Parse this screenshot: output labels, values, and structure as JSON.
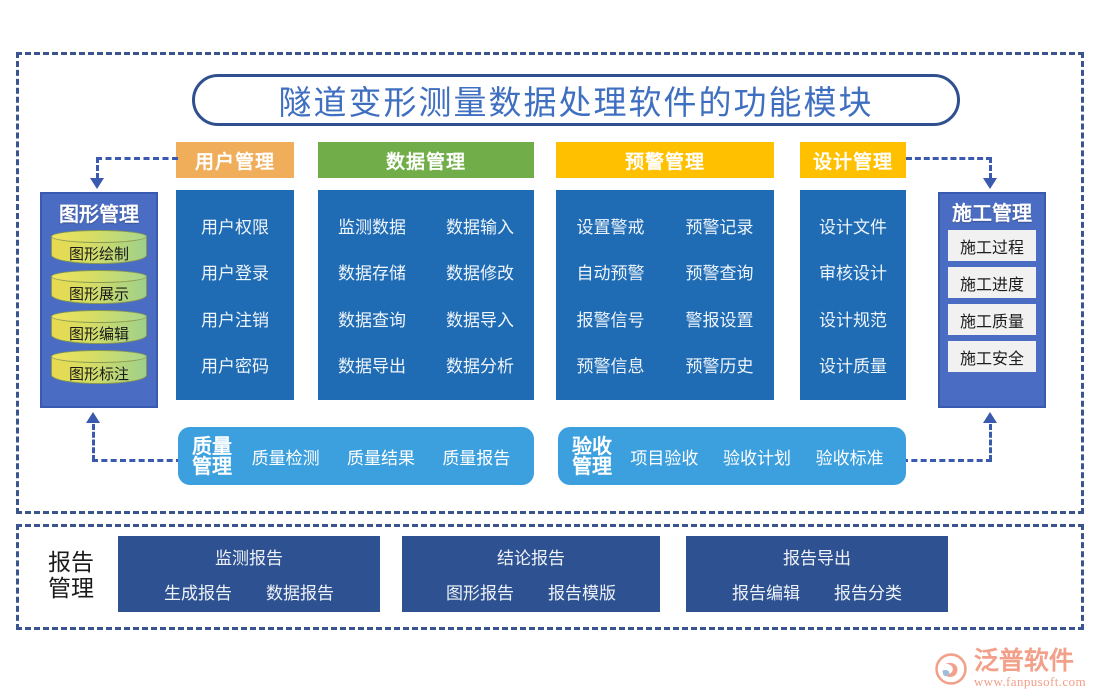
{
  "title": "隧道变形测量数据处理软件的功能模块",
  "tabs": [
    {
      "label": "用户管理",
      "color": "#f0ad5a"
    },
    {
      "label": "数据管理",
      "color": "#71ad48"
    },
    {
      "label": "预警管理",
      "color": "#ffc000"
    },
    {
      "label": "设计管理",
      "color": "#ffc000"
    }
  ],
  "columns": {
    "user": {
      "items": [
        "用户权限",
        "用户登录",
        "用户注销",
        "用户密码"
      ]
    },
    "data": {
      "rows": [
        [
          "监测数据",
          "数据输入"
        ],
        [
          "数据存储",
          "数据修改"
        ],
        [
          "数据查询",
          "数据导入"
        ],
        [
          "数据导出",
          "数据分析"
        ]
      ]
    },
    "alarm": {
      "rows": [
        [
          "设置警戒",
          "预警记录"
        ],
        [
          "自动预警",
          "预警查询"
        ],
        [
          "报警信号",
          "警报设置"
        ],
        [
          "预警信息",
          "预警历史"
        ]
      ]
    },
    "design": {
      "items": [
        "设计文件",
        "审核设计",
        "设计规范",
        "设计质量"
      ]
    }
  },
  "graphic_panel": {
    "heading": "图形管理",
    "items": [
      "图形绘制",
      "图形展示",
      "图形编辑",
      "图形标注"
    ]
  },
  "construction_panel": {
    "heading": "施工管理",
    "items": [
      "施工过程",
      "施工进度",
      "施工质量",
      "施工安全"
    ]
  },
  "bars": [
    {
      "title_line1": "质量",
      "title_line2": "管理",
      "items": [
        "质量检测",
        "质量结果",
        "质量报告"
      ]
    },
    {
      "title_line1": "验收",
      "title_line2": "管理",
      "items": [
        "项目验收",
        "验收计划",
        "验收标准"
      ]
    }
  ],
  "report": {
    "label_line1": "报告",
    "label_line2": "管理",
    "panels": [
      {
        "title": "监测报告",
        "items": [
          "生成报告",
          "数据报告"
        ]
      },
      {
        "title": "结论报告",
        "items": [
          "图形报告",
          "报告模版"
        ]
      },
      {
        "title": "报告导出",
        "items": [
          "报告编辑",
          "报告分类"
        ]
      }
    ]
  },
  "logo": {
    "brand": "泛普软件",
    "url": "www.fanpusoft.com",
    "color": "#f2a08a"
  },
  "colors": {
    "frame": "#39548f",
    "title_text": "#3f6fc0",
    "column_blue": "#1f6cb4",
    "panel_blue": "#4a6cc2",
    "bar_blue": "#3ca0df",
    "report_blue": "#2e5291"
  }
}
